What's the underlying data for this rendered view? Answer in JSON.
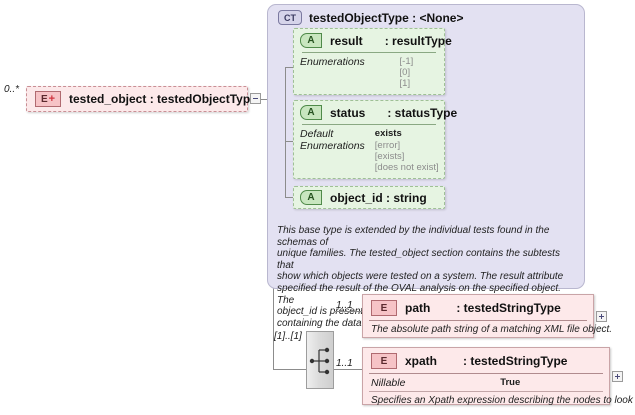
{
  "diagram": {
    "type": "xml-schema-diagram",
    "root_element": {
      "icon": "element-plus-icon",
      "badge": "E",
      "badge_plus": "+",
      "label": "tested_object : testedObjectType",
      "cardinality": "0..*"
    },
    "complex_type": {
      "badge": "CT",
      "title": "testedObjectType : <None>",
      "documentation": "This base type is extended by the individual tests found in the schemas of\nunique families.  The tested_object section contains the subtests that\nshow which objects were tested on a system. The result attribute\nspecified the result of the OVAL analysis on the specified object. The\nobject_id is present to allow for a reference to an external document\ncontaining the data about the object.",
      "attributes": [
        {
          "badge": "A",
          "name": "result",
          "type": ": resultType",
          "facets": [
            {
              "key": "Enumerations",
              "values": [
                "[-1]",
                "[0]",
                "[1]"
              ]
            }
          ]
        },
        {
          "badge": "A",
          "name": "status",
          "type": ": statusType",
          "facets": [
            {
              "key": "Default",
              "values": [
                "exists"
              ],
              "strong": true
            },
            {
              "key": "Enumerations",
              "values": [
                "[error]",
                "[exists]",
                "[does not exist]"
              ]
            }
          ]
        },
        {
          "badge": "A",
          "name": "object_id : string",
          "type": "",
          "facets": []
        }
      ]
    },
    "sequence": {
      "icon": "sequence-connector-icon",
      "cardinality": "[1]..[1]"
    },
    "child_elements": [
      {
        "badge": "E",
        "name": "path",
        "type": ": testedStringType",
        "cardinality": "1..1",
        "facets": [],
        "documentation": "The absolute path string of a matching XML file object."
      },
      {
        "badge": "E",
        "name": "xpath",
        "type": ": testedStringType",
        "cardinality": "1..1",
        "facets": [
          {
            "key": "Nillable",
            "value": "True"
          }
        ],
        "documentation": "Specifies an Xpath expression describing the nodes to look at."
      }
    ],
    "colors": {
      "element_fill": "#fce9ea",
      "element_border": "#c98f95",
      "attribute_fill": "#e6f4e2",
      "attribute_border": "#9fc096",
      "complextype_fill": "#e3e1f2",
      "complextype_border": "#b9b7cf",
      "line": "#8c8c8c"
    }
  }
}
